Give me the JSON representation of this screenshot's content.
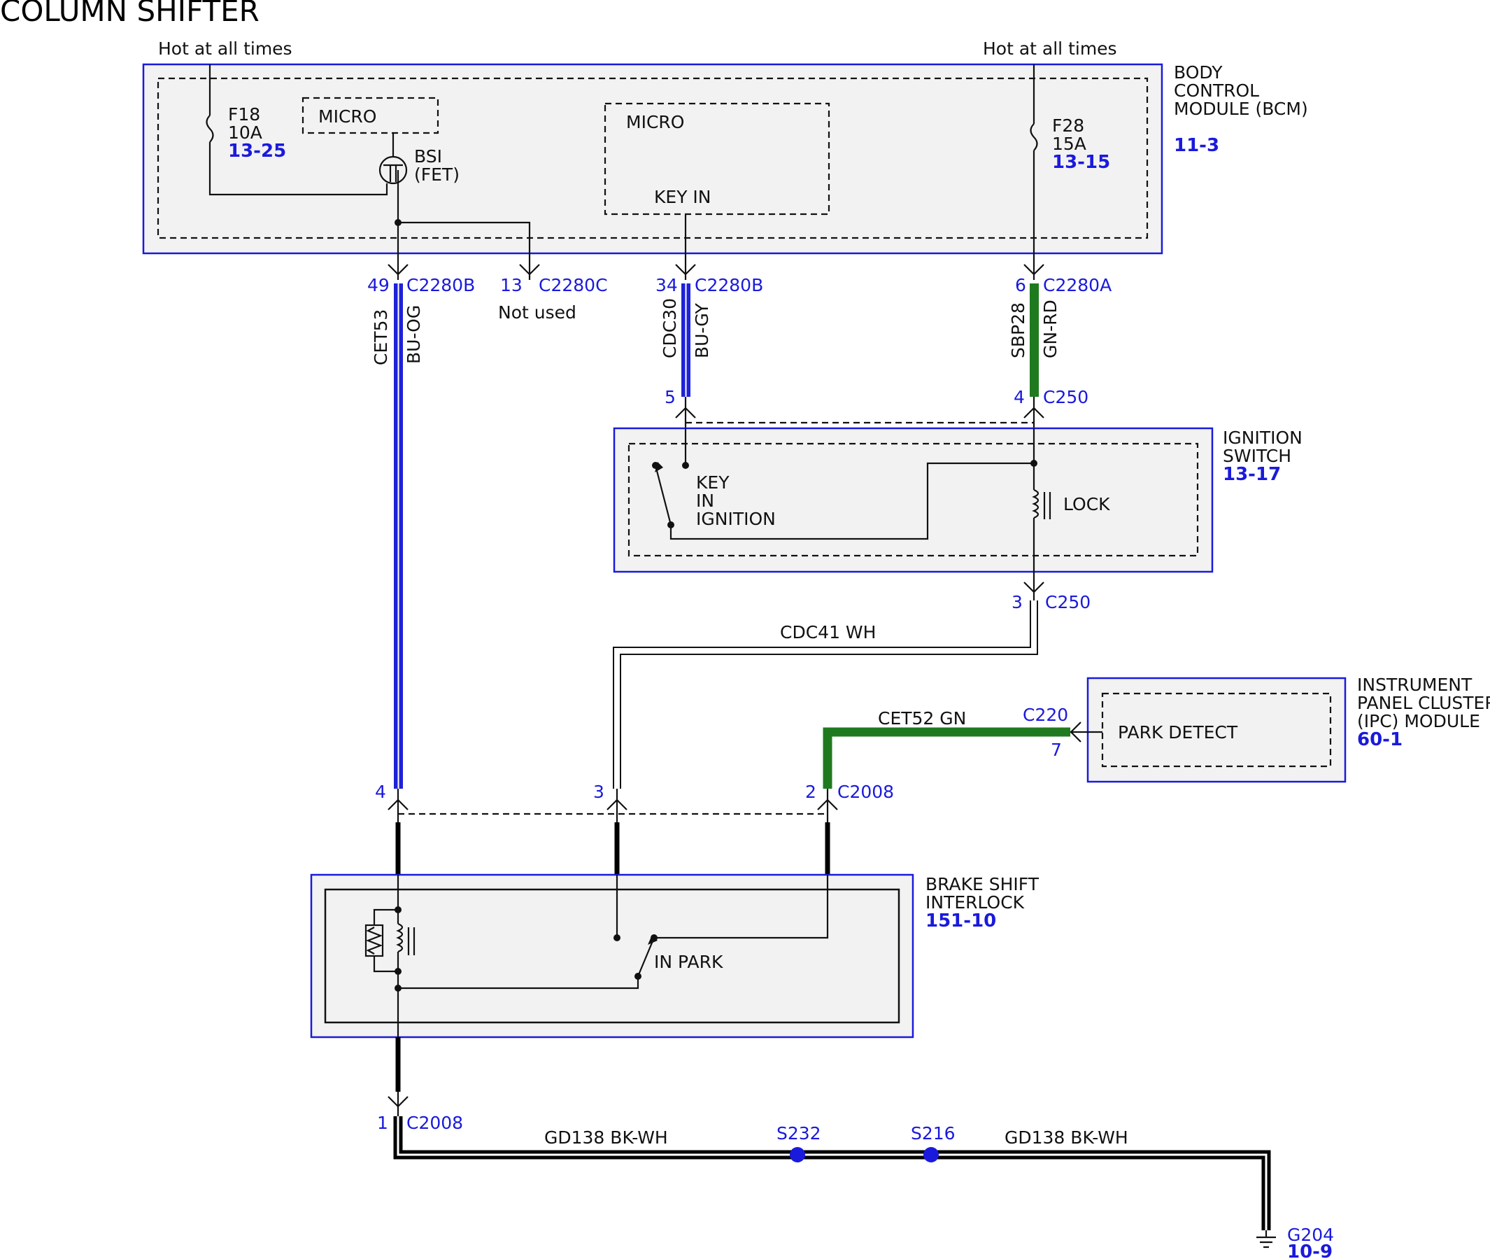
{
  "title": "COLUMN SHIFTER",
  "hot_left": "Hot at all times",
  "hot_right": "Hot at all times",
  "bcm": {
    "name1": "BODY",
    "name2": "CONTROL",
    "name3": "MODULE (BCM)",
    "ref": "11-3"
  },
  "f18": {
    "name": "F18",
    "rating": "10A",
    "ref": "13-25"
  },
  "f28": {
    "name": "F28",
    "rating": "15A",
    "ref": "13-15"
  },
  "micro_left": "MICRO",
  "micro_right": "MICRO",
  "key_in": "KEY IN",
  "bsi1": "BSI",
  "bsi2": "(FET)",
  "pins": {
    "p49": "49",
    "c49": "C2280B",
    "p13": "13",
    "c13": "C2280C",
    "not_used": "Not used",
    "p34": "34",
    "c34": "C2280B",
    "p6": "6",
    "c6": "C2280A",
    "p5": "5",
    "p4a": "4",
    "c4a": "C250",
    "p3a": "3",
    "c3a": "C250",
    "p4b": "4",
    "p3b": "3",
    "p2b": "2",
    "c2b": "C2008",
    "p7": "7",
    "c7": "C220",
    "p1": "1",
    "c1": "C2008"
  },
  "wires": {
    "cet53": "CET53",
    "cet53_color": "BU-OG",
    "cdc30": "CDC30",
    "cdc30_color": "BU-GY",
    "sbp28": "SBP28",
    "sbp28_color": "GN-RD",
    "cdc41": "CDC41  WH",
    "cet52": "CET52   GN",
    "gd138_left": "GD138    BK-WH",
    "gd138_right": "GD138    BK-WH"
  },
  "ignition": {
    "name1": "IGNITION",
    "name2": "SWITCH",
    "ref": "13-17",
    "key1": "KEY",
    "key2": "IN",
    "key3": "IGNITION",
    "lock": "LOCK"
  },
  "ipc": {
    "name1": "INSTRUMENT",
    "name2": "PANEL CLUSTER",
    "name3": "(IPC) MODULE",
    "ref": "60-1",
    "park_detect": "PARK DETECT"
  },
  "bsi_module": {
    "name1": "BRAKE SHIFT",
    "name2": "INTERLOCK",
    "ref": "151-10",
    "in_park": "IN PARK"
  },
  "splices": {
    "s232": "S232",
    "s216": "S216"
  },
  "ground": {
    "name": "G204",
    "ref": "10-9"
  },
  "colors": {
    "blue_wire": "#1f22d8",
    "green_wire": "#1f7a1f",
    "black_wire": "#000000",
    "label_blue": "#1a1adc"
  }
}
